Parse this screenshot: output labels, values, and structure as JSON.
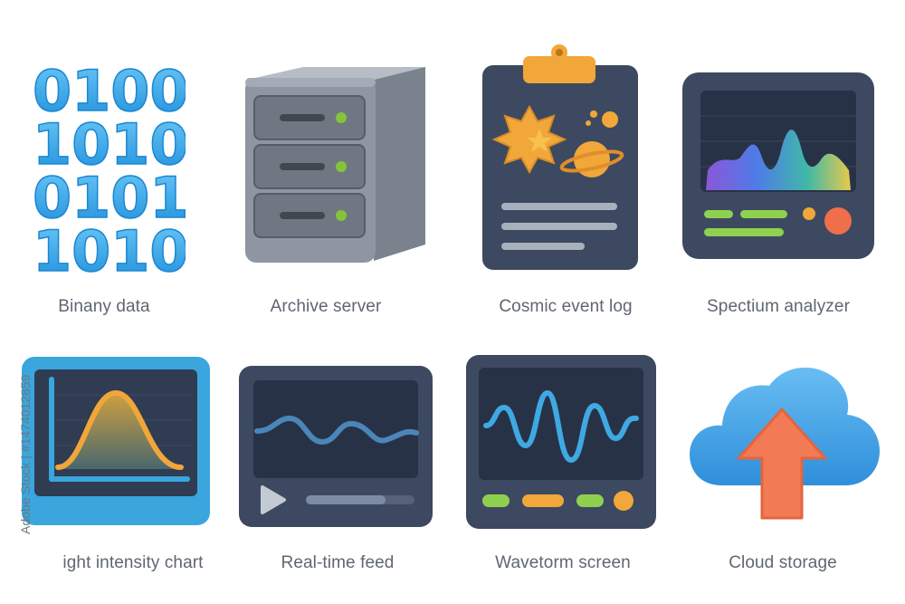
{
  "icons": [
    {
      "label": "Binany data",
      "icon": "binary-data-icon",
      "digits": [
        "0100",
        "1010",
        "0101",
        "1010"
      ]
    },
    {
      "label": "Archive server",
      "icon": "server-icon"
    },
    {
      "label": "Cosmic event  log",
      "icon": "clipboard-cosmic-icon"
    },
    {
      "label": "Spectium analyzer",
      "icon": "spectrum-monitor-icon"
    },
    {
      "label": "ight intensity chart",
      "icon": "bell-curve-chart-icon"
    },
    {
      "label": "Real-time feed",
      "icon": "video-player-icon"
    },
    {
      "label": "Wavetorm screen",
      "icon": "waveform-monitor-icon"
    },
    {
      "label": "Cloud storage",
      "icon": "cloud-upload-icon"
    }
  ],
  "side_id": "Adobe Stock | #1474012859",
  "colors": {
    "binary_blue": "#2ea7ea",
    "server_gray": "#8a929e",
    "navy": "#3d4960",
    "screen": "#2a3346",
    "green": "#8fd14f",
    "orange": "#f1a73a",
    "cloud_blue": "#3d9fe6",
    "arrow_orange": "#f27a55",
    "chart_blue": "#3aa6dd"
  }
}
